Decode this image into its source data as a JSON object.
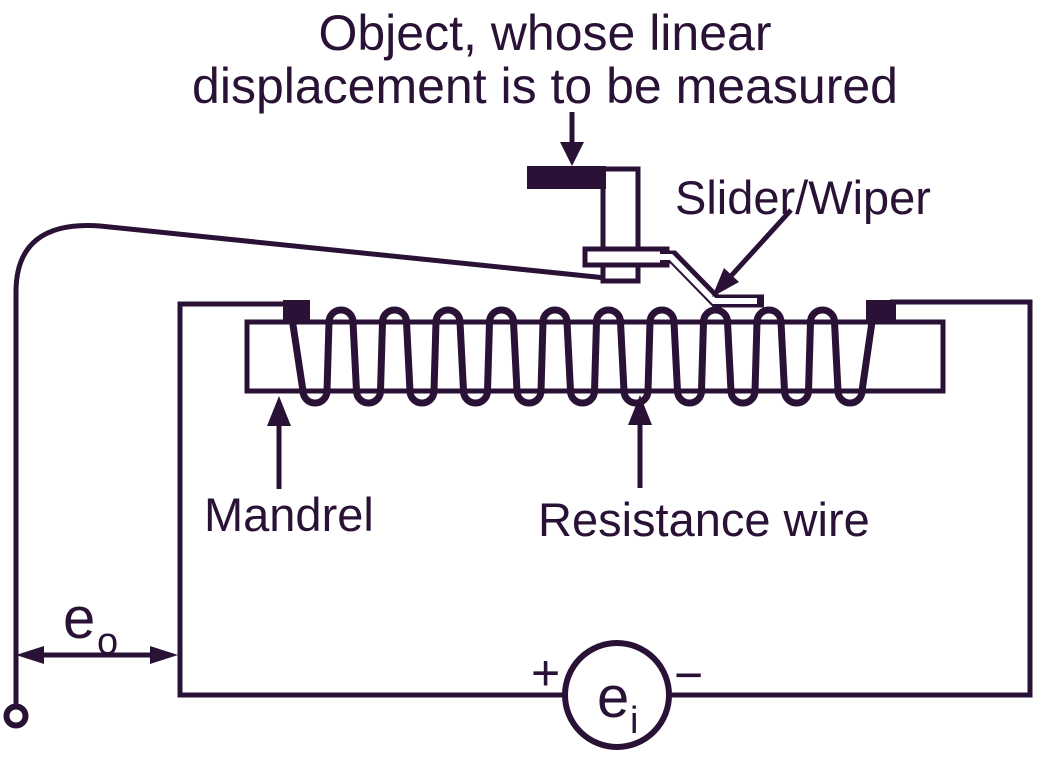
{
  "figure": {
    "title": {
      "line1": "Object, whose linear",
      "line2": "displacement is to be measured"
    },
    "labels": {
      "slider_wiper": "Slider/Wiper",
      "mandrel": "Mandrel",
      "resistance_wire": "Resistance wire"
    },
    "symbols": {
      "output_voltage_base": "e",
      "output_voltage_sub": "o",
      "input_voltage_base": "e",
      "input_voltage_sub": "i",
      "source_plus": "+",
      "source_minus": "−"
    },
    "colors": {
      "ink": "#291235",
      "background": "#ffffff"
    }
  }
}
